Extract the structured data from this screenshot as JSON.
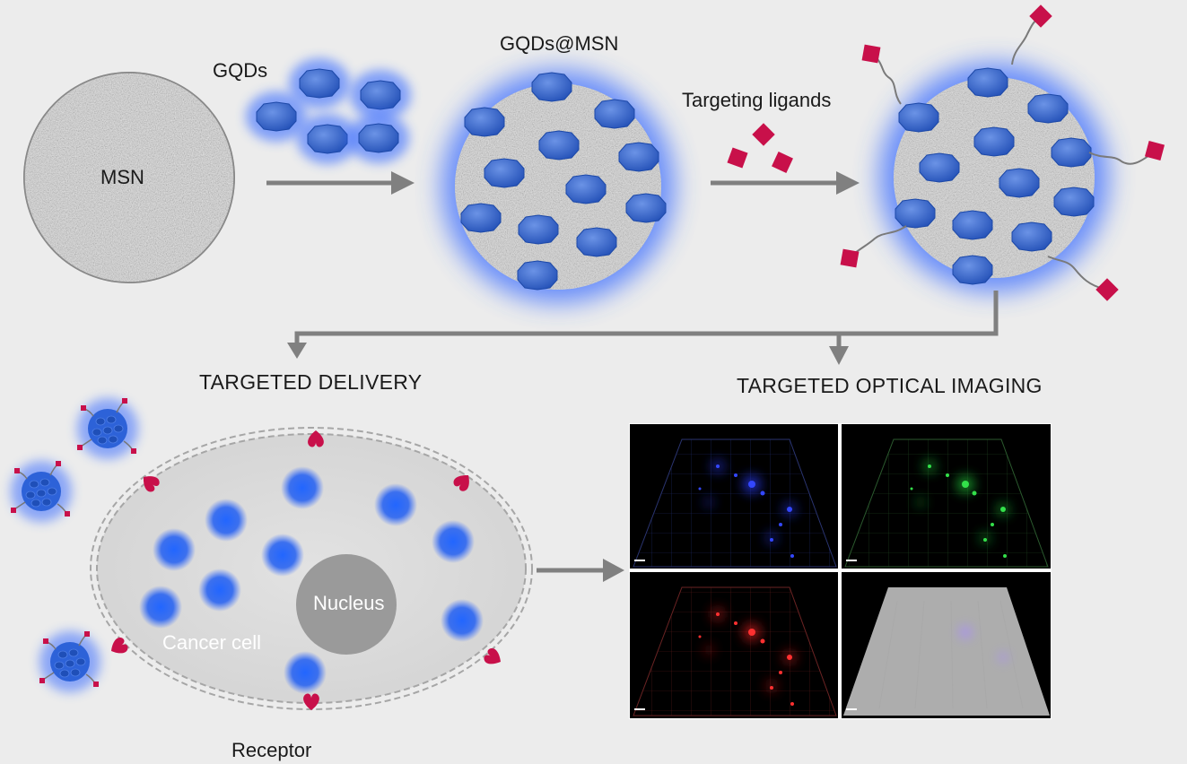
{
  "labels": {
    "msn": "MSN",
    "gqds": "GQDs",
    "gqds_msn": "GQDs@MSN",
    "targeting_ligands": "Targeting ligands",
    "targeted_delivery": "TARGETED DELIVERY",
    "targeted_optical_imaging": "TARGETED OPTICAL IMAGING",
    "nucleus": "Nucleus",
    "cancer_cell": "Cancer cell",
    "receptor": "Receptor"
  },
  "colors": {
    "background": "#ececec",
    "gqd_blue": "#2f5fc4",
    "glow_blue": "#3a6dff",
    "ligand": "#c8104a",
    "arrow": "#808080",
    "cell_fill": "#d9d9d9",
    "nucleus_fill": "#9a9a9a"
  },
  "imaging_panels": [
    "blue-channel",
    "green-channel",
    "red-channel",
    "merged-channel"
  ]
}
